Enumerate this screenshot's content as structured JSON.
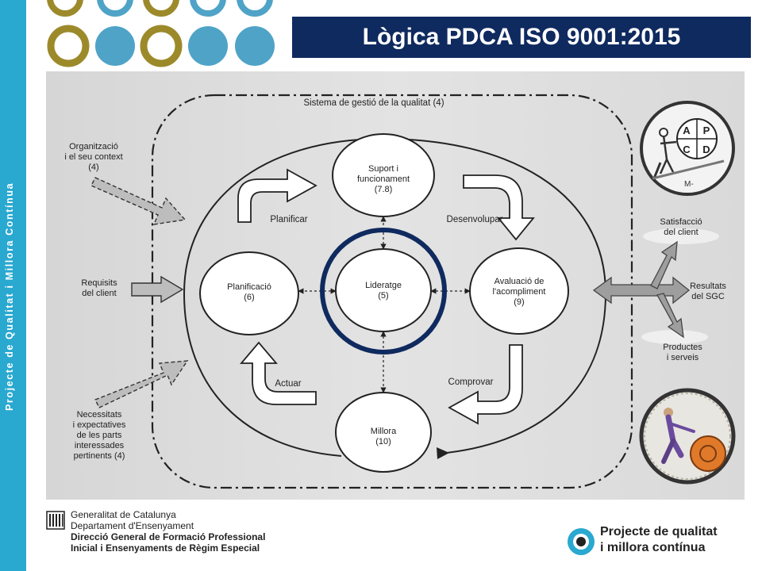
{
  "slide": {
    "title": "Lògica PDCA ISO 9001:2015",
    "sidebar_text": "Projecte de Qualitat i Millora Contínua"
  },
  "colors": {
    "sidebar": "#29a8d0",
    "title_bar": "#0f2a5f",
    "dot_gold": "#9c8a2a",
    "dot_teal": "#4fa3c7",
    "highlight_ring": "#0f2a5f"
  },
  "diagram": {
    "system_label": "Sistema de gestió de la qualitat (4)",
    "nodes": {
      "support": {
        "line1": "Suport i",
        "line2": "funcionament",
        "line3": "(7.8)"
      },
      "planning": {
        "line1": "Planificació",
        "line2": "(6)"
      },
      "leadership": {
        "line1": "Lideratge",
        "line2": "(5)"
      },
      "evaluation": {
        "line1": "Avaluació de",
        "line2": "l'acompliment",
        "line3": "(9)"
      },
      "improvement": {
        "line1": "Millora",
        "line2": "(10)"
      }
    },
    "cycle": {
      "plan": "Planificar",
      "do": "Desenvolupar",
      "check": "Comprovar",
      "act": "Actuar"
    },
    "inputs": {
      "context": {
        "line1": "Organització",
        "line2": "i el seu context",
        "line3": "(4)"
      },
      "requirements": {
        "line1": "Requisits",
        "line2": "del client"
      },
      "needs": {
        "line1": "Necessitats",
        "line2": "i expectatives",
        "line3": "de les parts",
        "line4": "interessades",
        "line5": "pertinents (4)"
      }
    },
    "outputs": {
      "satisfaction": {
        "line1": "Satisfacció",
        "line2": "del client"
      },
      "results": {
        "line1": "Resultats",
        "line2": "del SGC"
      },
      "products": {
        "line1": "Productes",
        "line2": "i serveis"
      }
    },
    "pdca_letters": {
      "a": "A",
      "p": "P",
      "c": "C",
      "d": "D"
    },
    "pdca_caption": "M-"
  },
  "footer": {
    "gen_line1": "Generalitat de Catalunya",
    "gen_line2": "Departament d'Ensenyament",
    "gen_line3": "Direcció General de Formació Professional",
    "gen_line4": "Inicial i Ensenyaments de Règim Especial",
    "project_line1": "Projecte de qualitat",
    "project_line2": "i millora contínua"
  }
}
